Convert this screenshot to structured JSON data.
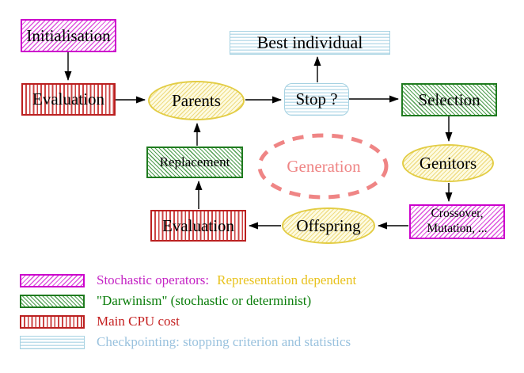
{
  "palette": {
    "magenta": "#cc00cc",
    "green": "#1e7a1e",
    "red": "#bb2020",
    "cyan_border": "#a6d2e2",
    "yellow_border": "#e3cd45",
    "salmon": "#ef8585",
    "gold_text": "#e8c21d",
    "green_text": "#0a7d0a",
    "red_text": "#c41f1f",
    "lightblue_text": "#9ac2de",
    "arrow": "#000000"
  },
  "nodes": {
    "initialisation": "Initialisation",
    "evaluation_top": "Evaluation",
    "parents": "Parents",
    "best_individual": "Best individual",
    "stop": "Stop ?",
    "selection": "Selection",
    "replacement": "Replacement",
    "generation": "Generation",
    "genitors": "Genitors",
    "offspring": "Offspring",
    "evaluation_bottom": "Evaluation",
    "crossover_line1": "Crossover,",
    "crossover_line2": "Mutation, ..."
  },
  "legend": {
    "items": [
      {
        "pattern": "magenta-diagonal-hatch",
        "text": "Stochastic operators:",
        "text2": "Representation dependent",
        "text_color": "#c424c4",
        "text2_color": "#e8c21d"
      },
      {
        "pattern": "green-diagonal-hatch",
        "text": "\"Darwinism\" (stochastic or determinist)",
        "text_color": "#0a7d0a"
      },
      {
        "pattern": "red-vertical-stripes",
        "text": "Main CPU cost",
        "text_color": "#c41f1f"
      },
      {
        "pattern": "cyan-horizontal-stripes",
        "text": "Checkpointing: stopping criterion and statistics",
        "text_color": "#9ac2de"
      }
    ]
  }
}
